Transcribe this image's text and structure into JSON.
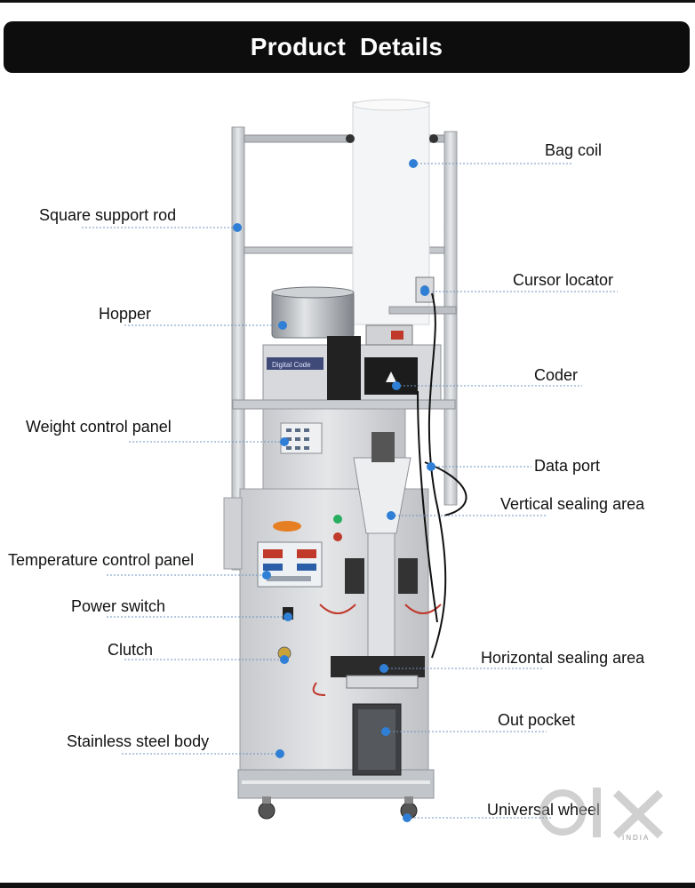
{
  "header": {
    "title": "Product  Details"
  },
  "callouts": [
    {
      "id": "bag-coil",
      "label": "Bag coil"
    },
    {
      "id": "square-support-rod",
      "label": "Square support rod"
    },
    {
      "id": "cursor-locator",
      "label": "Cursor locator"
    },
    {
      "id": "hopper",
      "label": "Hopper"
    },
    {
      "id": "coder",
      "label": "Coder"
    },
    {
      "id": "weight-control-panel",
      "label": "Weight control panel"
    },
    {
      "id": "data-port",
      "label": "Data port"
    },
    {
      "id": "vertical-sealing-area",
      "label": "Vertical sealing area"
    },
    {
      "id": "temperature-control-panel",
      "label": "Temperature control panel"
    },
    {
      "id": "power-switch",
      "label": "Power switch"
    },
    {
      "id": "clutch",
      "label": "Clutch"
    },
    {
      "id": "horizontal-sealing-area",
      "label": "Horizontal sealing area"
    },
    {
      "id": "out-pocket",
      "label": "Out pocket"
    },
    {
      "id": "stainless-steel-body",
      "label": "Stainless steel body"
    },
    {
      "id": "universal-wheel",
      "label": "Universal wheel"
    }
  ],
  "machine_labels": {
    "coder_plate": "Digital Code"
  },
  "watermark": {
    "brand": "OLX",
    "sub": "INDIA"
  },
  "colors": {
    "header_bg": "#0d0d0d",
    "dot": "#2f7fd6",
    "leader": "#6b95c4",
    "steel": "#c9ccd0"
  }
}
